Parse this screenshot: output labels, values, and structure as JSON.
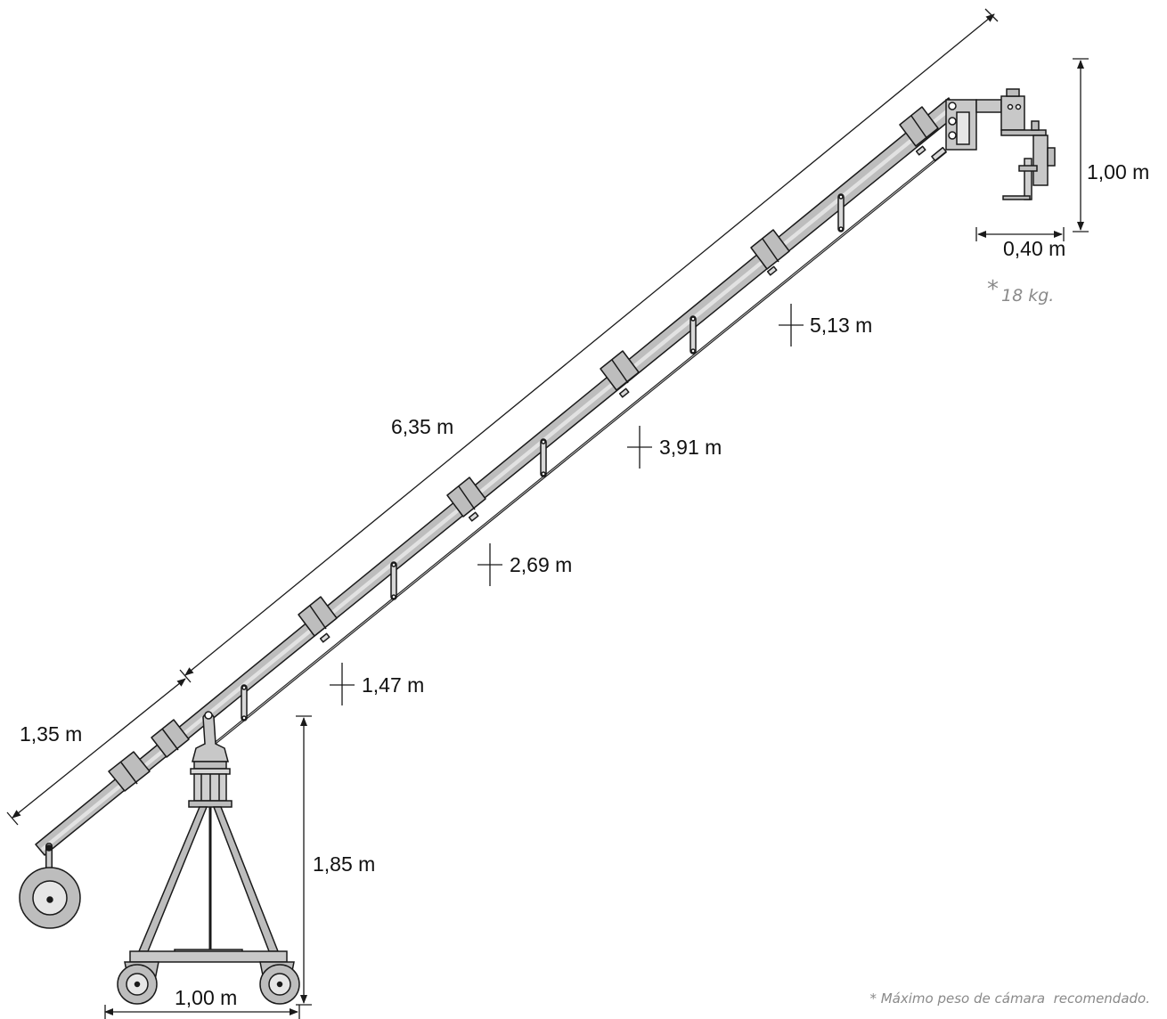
{
  "dimensions": {
    "total_arm_length": "6,35 m",
    "rear_arm_length": "1,35 m",
    "pivot_height": "1,85 m",
    "base_width": "1,00 m",
    "head_height": "1,00 m",
    "head_offset": "0,40 m"
  },
  "sections": [
    "1,47 m",
    "2,69 m",
    "3,91 m",
    "5,13 m"
  ],
  "capacity": {
    "star": "*",
    "value": "18 kg."
  },
  "footnote": "* Máximo peso de cámara  recomendado.",
  "colors": {
    "arm_fill": "#bdbdbd",
    "metal_fill": "#c8c8c8",
    "line": "#1a1a1a",
    "note": "#8a8a8a"
  }
}
